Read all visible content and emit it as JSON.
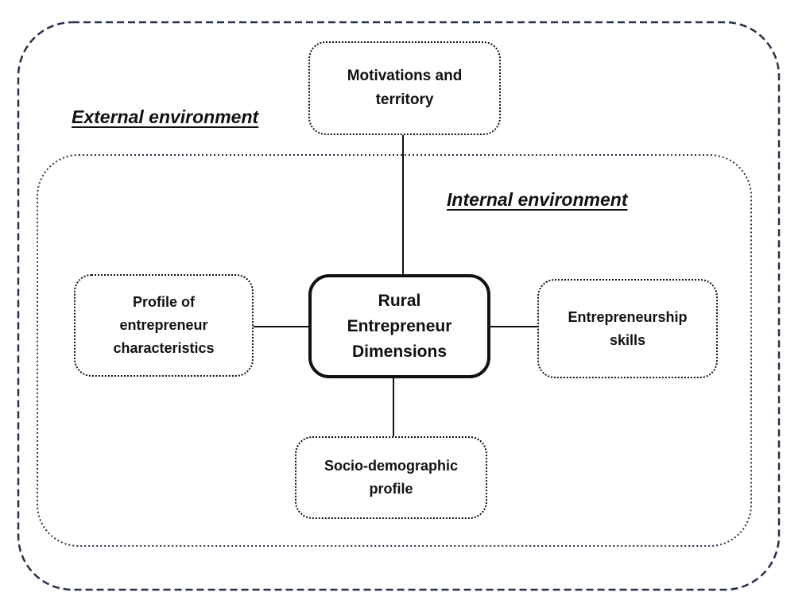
{
  "colors": {
    "background": "#ffffff",
    "environment_border": "#26304a",
    "node_border": "#111111",
    "text": "#111111"
  },
  "labels": {
    "external": "External environment",
    "internal": "Internal environment"
  },
  "nodes": {
    "motivations": {
      "lines": [
        "Motivations and",
        "territory"
      ]
    },
    "center": {
      "lines": [
        "Rural",
        "Entrepreneur",
        "Dimensions"
      ]
    },
    "profile": {
      "lines": [
        "Profile of",
        "entrepreneur",
        "characteristics"
      ]
    },
    "skills": {
      "lines": [
        "Entrepreneurship",
        "skills"
      ]
    },
    "socio": {
      "lines": [
        "Socio-demographic",
        "profile"
      ]
    }
  }
}
